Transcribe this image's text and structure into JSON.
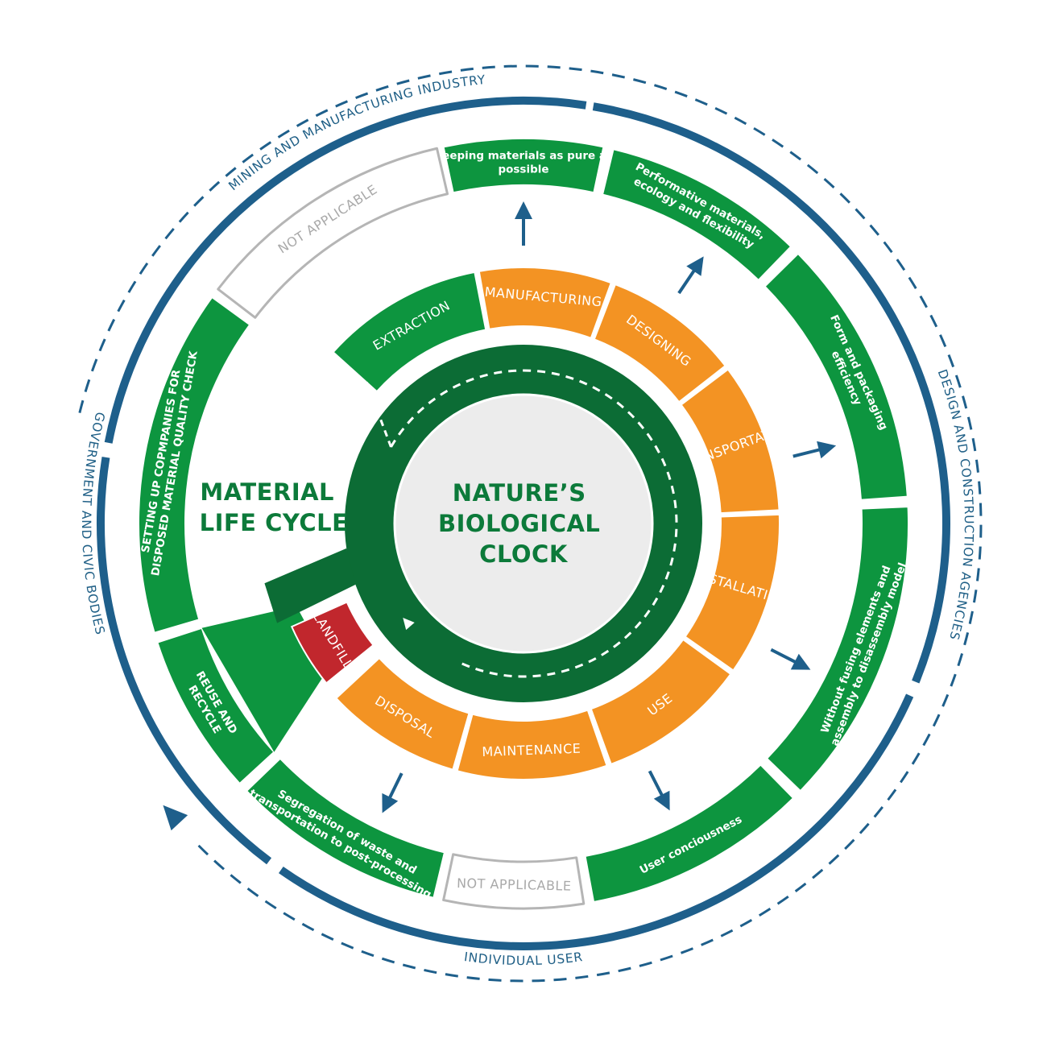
{
  "center": {
    "title_lines": [
      "NATURE’S",
      "BIOLOGICAL",
      "CLOCK"
    ],
    "side_title_lines": [
      "MATERIAL",
      "LIFE CYCLE"
    ]
  },
  "colors": {
    "orange": "#f39323",
    "green": "#0d953f",
    "dark_green": "#0c6c35",
    "red": "#c1272d",
    "blue": "#1e5f8b",
    "core": "#ececec",
    "na_border": "#b5b5b5",
    "title_green": "#0c7a3a"
  },
  "inner_ring": [
    {
      "label": "EXTRACTION",
      "color": "green"
    },
    {
      "label": "MANUFACTURING",
      "color": "orange"
    },
    {
      "label": "DESIGNING",
      "color": "orange"
    },
    {
      "label": "TRANSPORTATION",
      "color": "orange"
    },
    {
      "label": "INSTALLATION",
      "color": "orange"
    },
    {
      "label": "USE",
      "color": "orange"
    },
    {
      "label": "MAINTENANCE",
      "color": "orange"
    },
    {
      "label": "DISPOSAL",
      "color": "orange"
    },
    {
      "label": "LANDFILL",
      "color": "red"
    }
  ],
  "outer_ring": [
    {
      "lines": [
        "Keeping materials as pure as",
        "possible"
      ],
      "style": "green"
    },
    {
      "lines": [
        "Performative materials,",
        "ecology and flexibility"
      ],
      "style": "green"
    },
    {
      "lines": [
        "Form and packaging",
        "efficiency"
      ],
      "style": "green"
    },
    {
      "lines": [
        "Without fusing elements and",
        "assembly to disassembly model"
      ],
      "style": "green"
    },
    {
      "lines": [
        "User conciousness"
      ],
      "style": "green"
    },
    {
      "lines": [
        "NOT APPLICABLE"
      ],
      "style": "na"
    },
    {
      "lines": [
        "Segregation of waste and",
        "transportation to post-processing"
      ],
      "style": "green"
    },
    {
      "lines": [
        "REUSE AND",
        "RECYCLE"
      ],
      "style": "green"
    },
    {
      "lines": [
        "SETTING UP COPMPANIES FOR",
        "DISPOSED MATERIAL QUALITY CHECK"
      ],
      "style": "green"
    },
    {
      "lines": [
        "NOT APPLICABLE"
      ],
      "style": "na"
    }
  ],
  "stakeholders": [
    {
      "label": "MINING AND MANUFACTURING INDUSTRY"
    },
    {
      "label": "DESIGN AND CONSTRUCTION  AGENCIES"
    },
    {
      "label": "INDIVIDUAL USER"
    },
    {
      "label": "GOVERNMENT AND CIVIC BODIES"
    }
  ]
}
